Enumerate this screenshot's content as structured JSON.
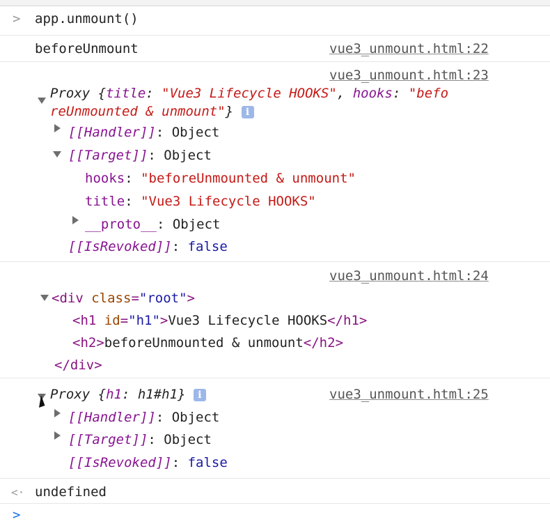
{
  "console": {
    "prompt_symbol": ">",
    "result_symbol": "<·",
    "command": "app.unmount()",
    "entries": [
      {
        "text": "beforeUnmount",
        "source": "vue3_unmount.html:22"
      },
      {
        "source": "vue3_unmount.html:23",
        "proxy_header": {
          "lead": "Proxy {",
          "k1": "title",
          "v1": "\"Vue3 Lifecycle HOOKS\"",
          "k2": "hooks",
          "v2_part1": "\"befo",
          "v2_part2": "reUnmounted & unmount\"",
          "close": "}"
        },
        "handler": {
          "key": "[[Handler]]",
          "value": "Object"
        },
        "target": {
          "key": "[[Target]]",
          "value": "Object",
          "props": [
            {
              "key": "hooks",
              "value": "\"beforeUnmounted & unmount\""
            },
            {
              "key": "title",
              "value": "\"Vue3 Lifecycle HOOKS\""
            }
          ],
          "proto": {
            "key": "__proto__",
            "value": "Object"
          }
        },
        "revoked": {
          "key": "[[IsRevoked]]",
          "value": "false"
        }
      },
      {
        "source": "vue3_unmount.html:24",
        "dom": {
          "div_open_tag": "div",
          "div_attr": "class",
          "div_attr_value": "\"root\"",
          "h1_tag": "h1",
          "h1_attr": "id",
          "h1_attr_value": "\"h1\"",
          "h1_text": "Vue3 Lifecycle HOOKS",
          "h2_tag": "h2",
          "h2_text": "beforeUnmounted & unmount",
          "div_close_tag": "div"
        }
      },
      {
        "source": "vue3_unmount.html:25",
        "proxy_header": {
          "lead": "Proxy {",
          "k1": "h1",
          "v1": "h1#h1",
          "close": "}"
        },
        "handler": {
          "key": "[[Handler]]",
          "value": "Object"
        },
        "target": {
          "key": "[[Target]]",
          "value": "Object"
        },
        "revoked": {
          "key": "[[IsRevoked]]",
          "value": "false"
        }
      }
    ],
    "result": "undefined",
    "info_icon_glyph": "i"
  }
}
